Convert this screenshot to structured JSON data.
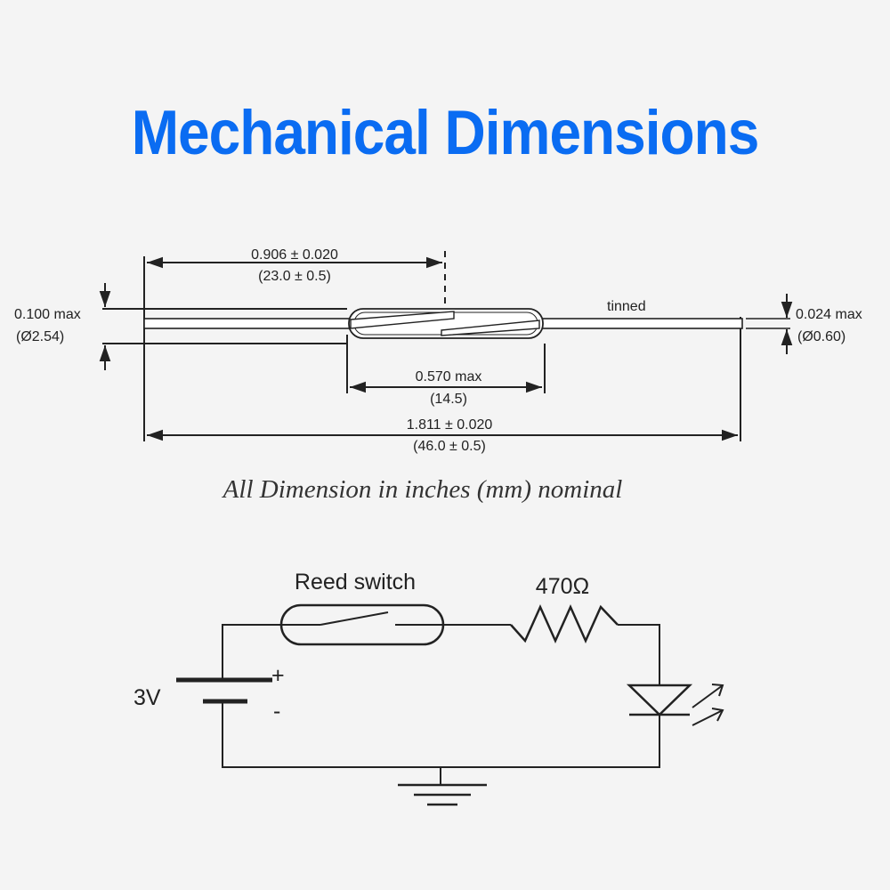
{
  "title": "Mechanical Dimensions",
  "dimensions": {
    "overall_length": {
      "in": "1.811 ± 0.020",
      "mm": "(46.0 ± 0.5)"
    },
    "lead_length": {
      "in": "0.906 ± 0.020",
      "mm": "(23.0 ± 0.5)"
    },
    "glass_length": {
      "in": "0.570 max",
      "mm": "(14.5)"
    },
    "glass_diameter": {
      "in": "0.100 max",
      "mm": "(Ø2.54)"
    },
    "lead_diameter": {
      "in": "0.024 max",
      "mm": "(Ø0.60)"
    },
    "lead_finish": "tinned"
  },
  "note": "All Dimension in inches (mm) nominal",
  "circuit": {
    "switch_label": "Reed switch",
    "resistor_label": "470Ω",
    "battery_label": "3V",
    "plus": "+",
    "minus": "-"
  },
  "colors": {
    "title": "#0a6cf2",
    "lines": "#222222",
    "background": "#f4f4f4"
  }
}
